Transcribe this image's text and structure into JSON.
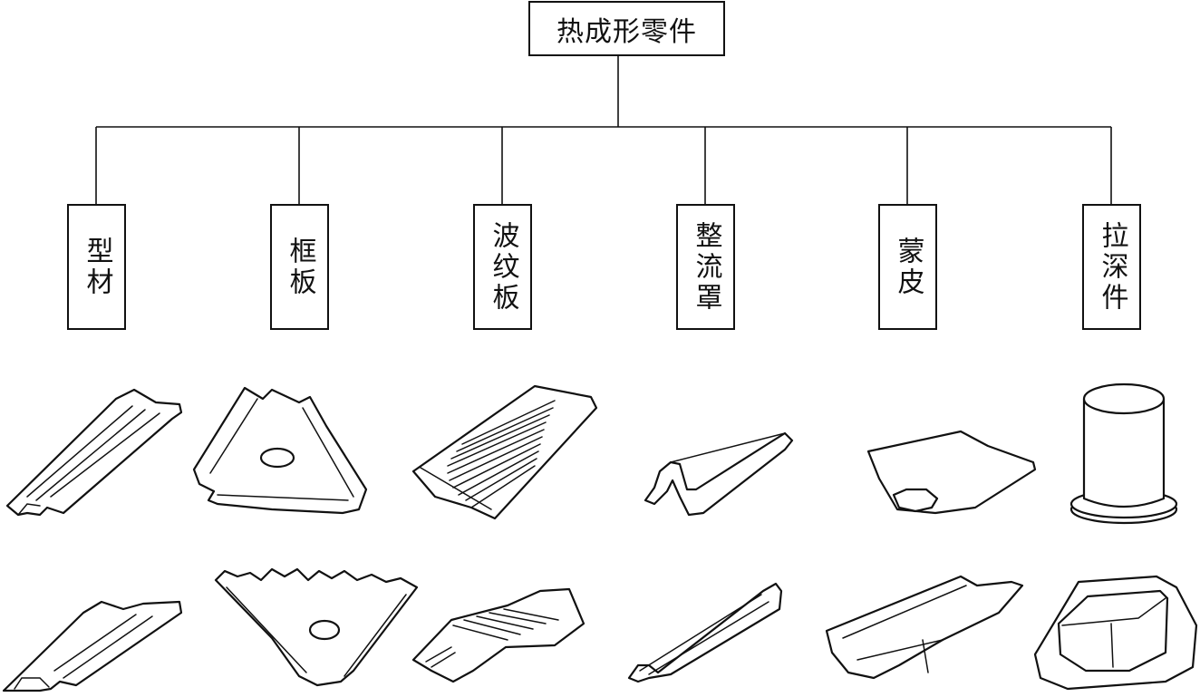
{
  "root": {
    "label": "热成形零件"
  },
  "categories": [
    {
      "label": "型材"
    },
    {
      "label": "框板"
    },
    {
      "label": "波纹板"
    },
    {
      "label": "整流罩"
    },
    {
      "label": "蒙皮"
    },
    {
      "label": "拉深件"
    }
  ],
  "colors": {
    "line": "#111111",
    "background": "#ffffff"
  },
  "icons": [
    "profile-part-icon",
    "frame-plate-part-icon",
    "corrugated-plate-part-icon",
    "fairing-part-icon",
    "skin-part-icon",
    "deep-drawn-part-icon"
  ]
}
